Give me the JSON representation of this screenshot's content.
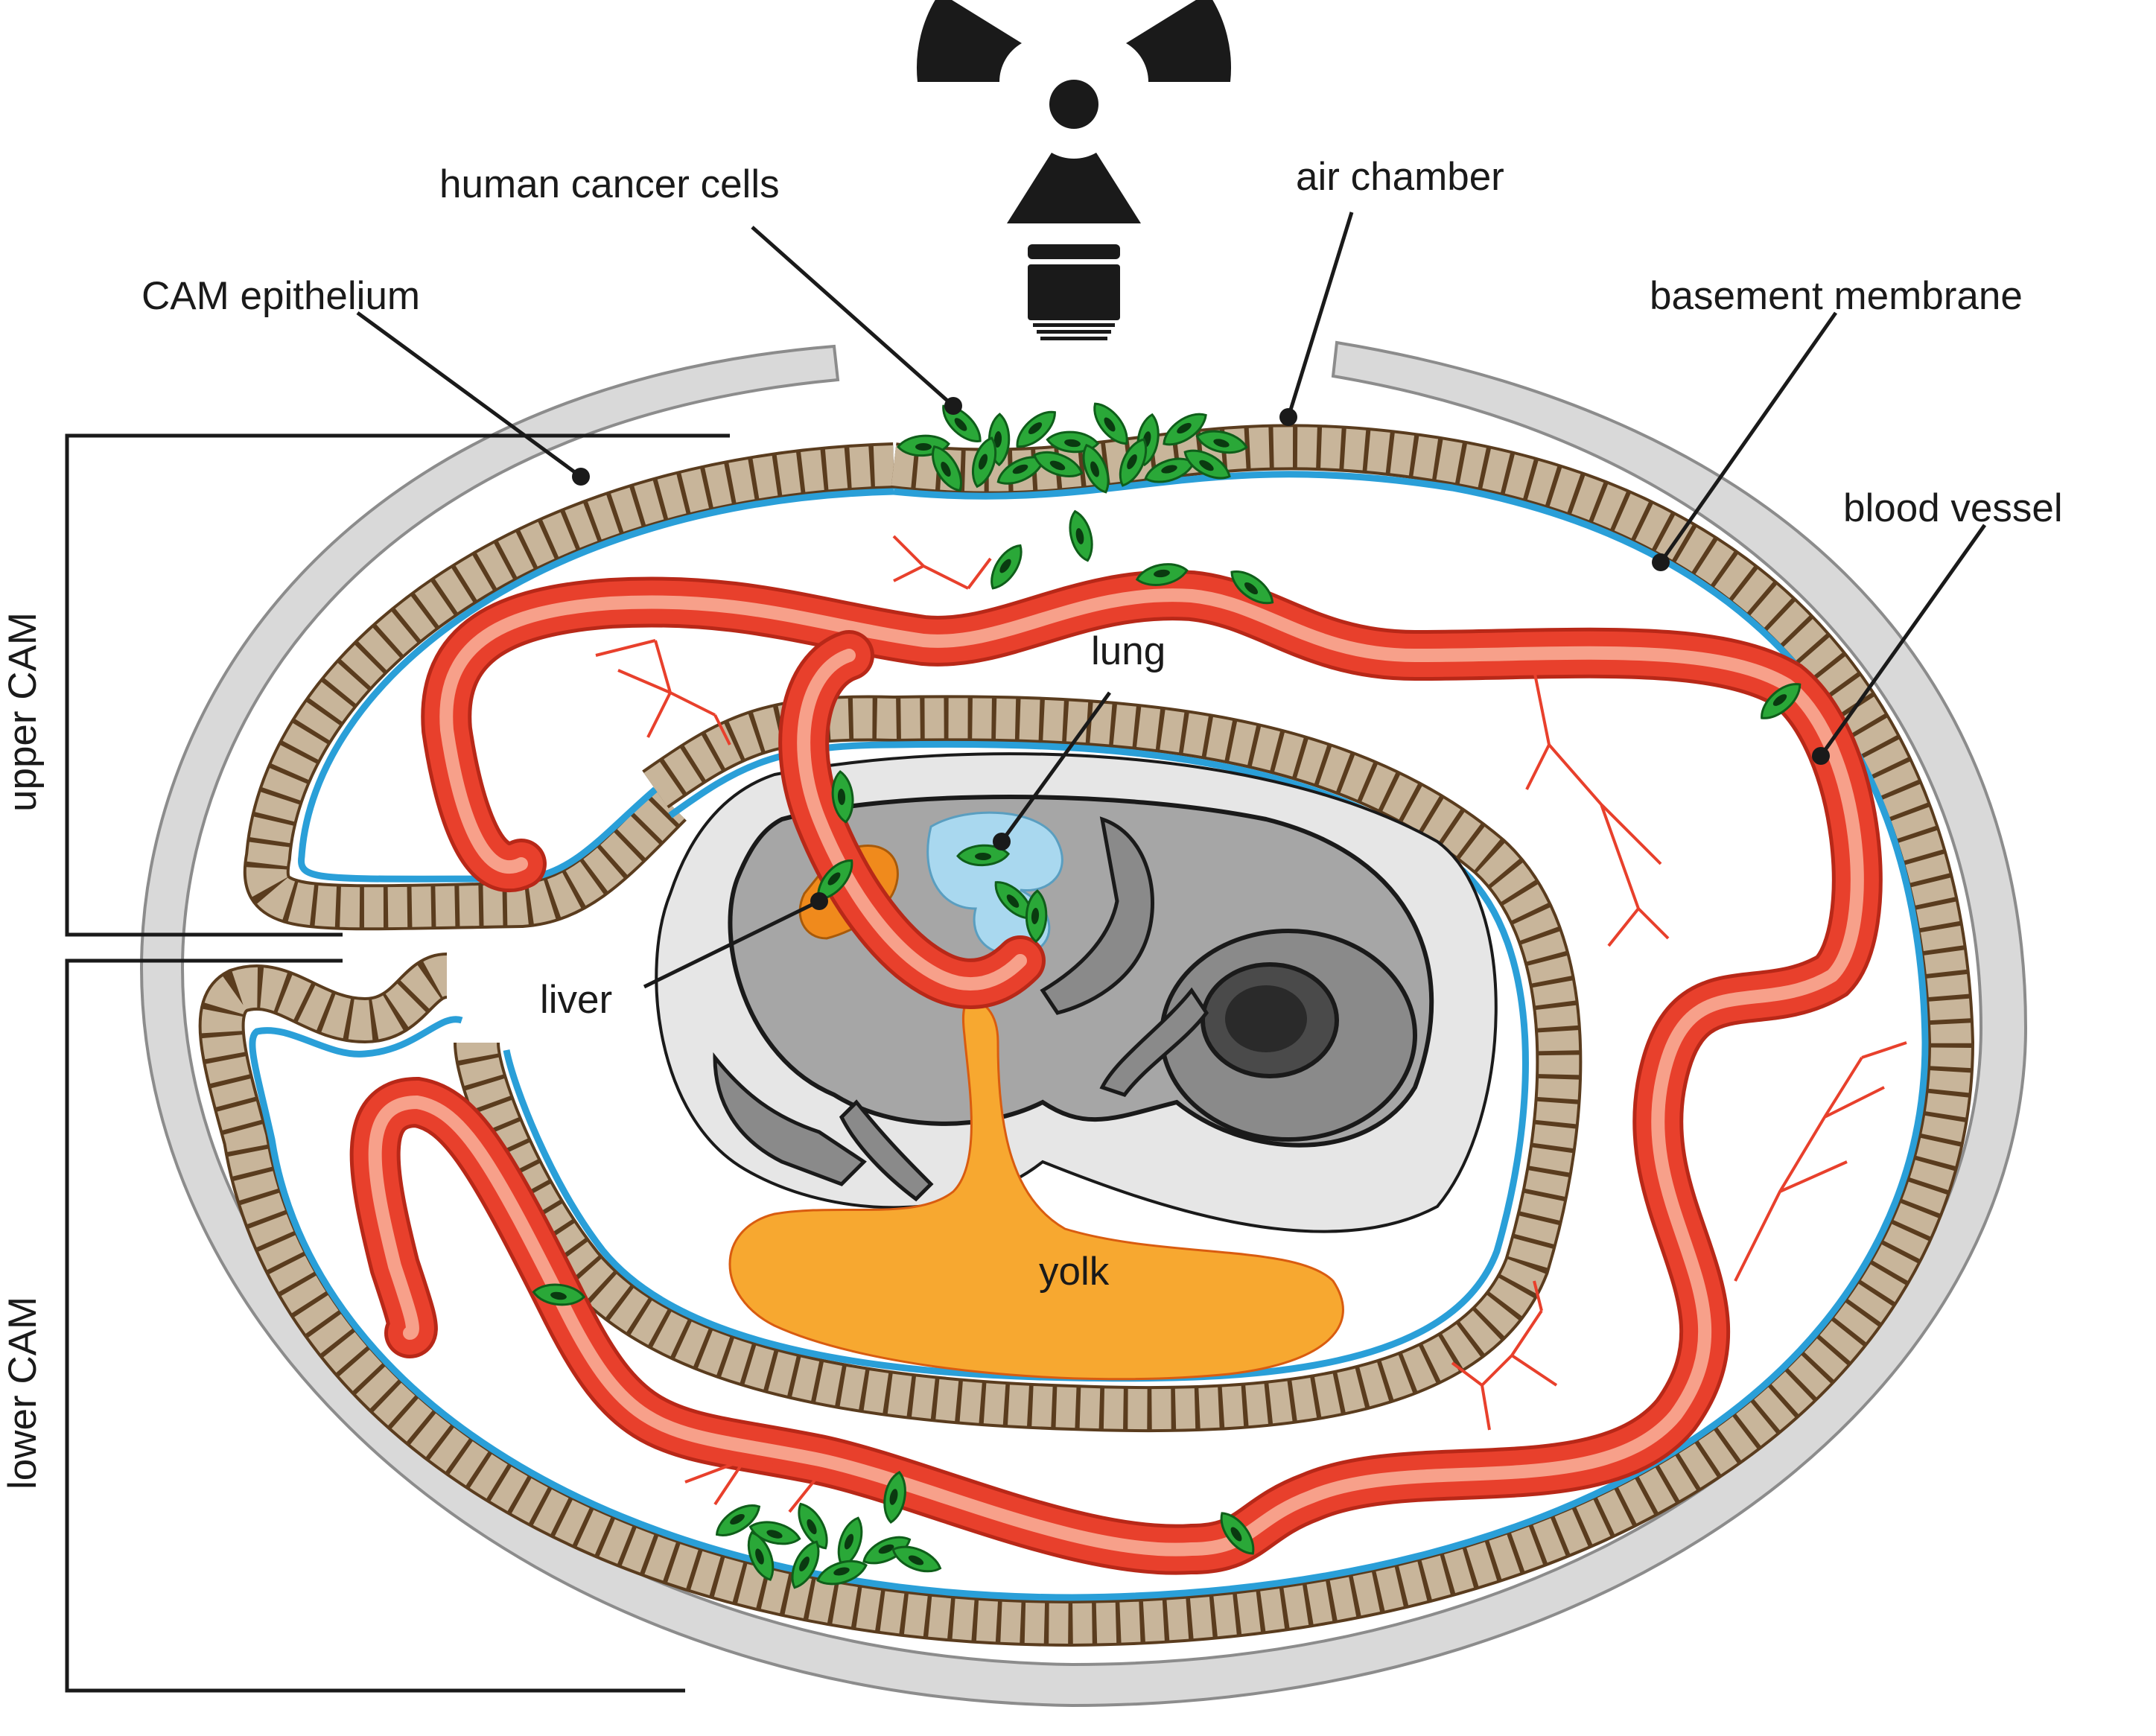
{
  "labels": {
    "human_cancer_cells": "human cancer cells",
    "air_chamber": "air chamber",
    "cam_epithelium": "CAM epithelium",
    "basement_membrane": "basement membrane",
    "blood_vessel": "blood vessel",
    "lung": "lung",
    "liver": "liver",
    "yolk": "yolk",
    "upper_cam": "upper CAM",
    "lower_cam": "lower CAM"
  },
  "icons": {
    "radiation": "radiation-icon"
  },
  "colors": {
    "shell": "#d9d9d9",
    "shell_stroke": "#8c8c8c",
    "epithelium_cell": "#c8b59a",
    "epithelium_stroke": "#5a3c1e",
    "nucleus": "#4a2f12",
    "basement_membrane": "#2a9fd8",
    "vessel": "#e8402c",
    "vessel_light": "#f7a08a",
    "cancer_cell": "#2aa838",
    "cancer_cell_dark": "#0f5e1a",
    "lung": "#a9d8ef",
    "liver": "#f08a1c",
    "yolk": "#f7a830",
    "embryo": "#a6a6a6",
    "amnion": "#e6e6e6"
  }
}
